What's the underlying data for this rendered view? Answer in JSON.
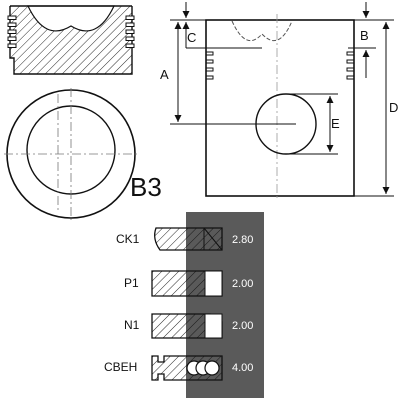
{
  "model_label": "B3",
  "dimension_labels": {
    "a": "A",
    "b": "B",
    "c": "C",
    "d": "D",
    "e": "E"
  },
  "rings": [
    {
      "name": "CK1",
      "width": "2.80"
    },
    {
      "name": "P1",
      "width": "2.00"
    },
    {
      "name": "N1",
      "width": "2.00"
    },
    {
      "name": "CBEH",
      "width": "4.00"
    }
  ],
  "colors": {
    "line": "#111111",
    "ring_panel": "#5a5a5a",
    "ring_panel_text": "#ffffff",
    "centerline": "#777777"
  }
}
